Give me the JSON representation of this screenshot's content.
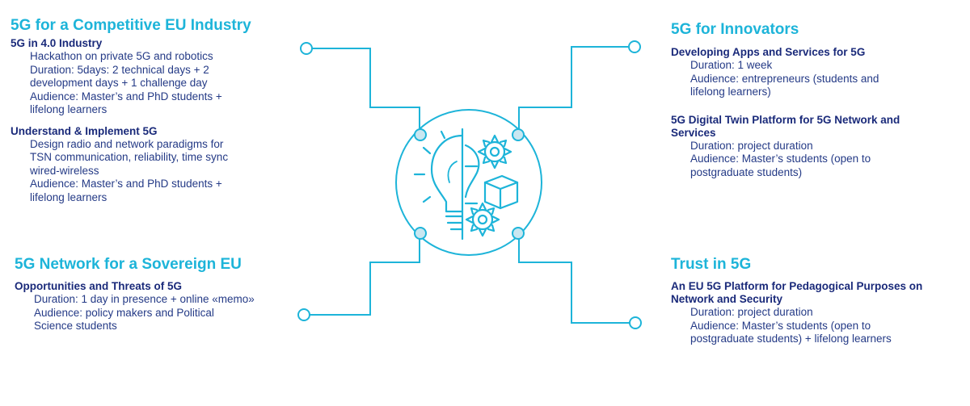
{
  "colors": {
    "accent": "#1db4d9",
    "heading_dark": "#1a2a7a",
    "body_text": "#243a86",
    "node_fill": "#c9e7f1",
    "node_stroke": "#1db4d9"
  },
  "center": {
    "icon": "lightbulb-gear-cube-icon"
  },
  "top_left": {
    "title": "5G for a Competitive EU Industry",
    "items": [
      {
        "title": "5G in 4.0 Industry",
        "lines": [
          "Hackathon on private 5G and robotics",
          "Duration: 5days: 2 technical days + 2",
          "development days + 1 challenge day",
          "Audience: Master’s and PhD students +",
          "lifelong learners"
        ]
      },
      {
        "title": "Understand & Implement 5G",
        "lines": [
          "Design radio and network paradigms for",
          "TSN  communication, reliability, time sync",
          "wired-wireless",
          "Audience: Master’s and PhD students +",
          "lifelong learners"
        ]
      }
    ]
  },
  "top_right": {
    "title": "5G for Innovators",
    "items": [
      {
        "title": "Developing Apps and Services for 5G",
        "lines": [
          "Duration: 1 week",
          "Audience: entrepreneurs (students and",
          "lifelong learners)"
        ]
      },
      {
        "title": "5G Digital Twin Platform for 5G Network and Services",
        "lines": [
          "Duration: project duration",
          "Audience: Master’s students (open to",
          "postgraduate students)"
        ]
      }
    ]
  },
  "bottom_left": {
    "title": "5G Network for a Sovereign EU",
    "items": [
      {
        "title": "Opportunities and Threats of 5G",
        "lines": [
          "Duration: 1 day in presence + online «memo»",
          "Audience: policy makers and Political",
          "Science students"
        ]
      }
    ]
  },
  "bottom_right": {
    "title": "Trust in 5G",
    "items": [
      {
        "title": "An EU 5G Platform for Pedagogical Purposes on Network and Security",
        "lines": [
          "Duration: project duration",
          "Audience: Master’s students (open to",
          "postgraduate students) + lifelong learners"
        ]
      }
    ]
  }
}
